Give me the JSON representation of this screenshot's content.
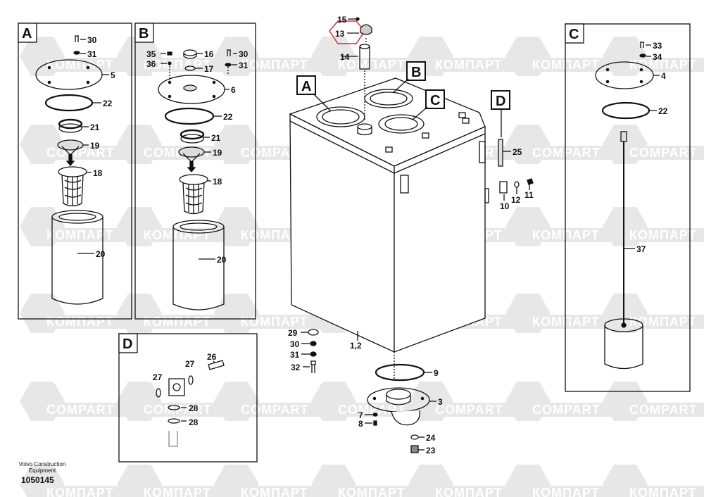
{
  "watermark": {
    "latin": "COMPART",
    "cyrillic": "КОМПАРТ"
  },
  "panels": {
    "A": {
      "letter": "A",
      "labels": [
        "30",
        "31",
        "5",
        "22",
        "21",
        "19",
        "18",
        "20"
      ]
    },
    "B": {
      "letter": "B",
      "labels": [
        "35",
        "16",
        "30",
        "36",
        "17",
        "31",
        "6",
        "22",
        "21",
        "19",
        "18",
        "20"
      ]
    },
    "C": {
      "letter": "C",
      "labels": [
        "33",
        "34",
        "4",
        "22",
        "37"
      ]
    },
    "D": {
      "letter": "D",
      "labels": [
        "26",
        "27",
        "27",
        "28",
        "28"
      ]
    }
  },
  "main": {
    "callouts": {
      "A": "A",
      "B": "B",
      "C": "C",
      "D": "D"
    },
    "labels": [
      "15",
      "13",
      "14",
      "25",
      "10",
      "12",
      "11",
      "29",
      "30",
      "31",
      "32",
      "1,2",
      "9",
      "3",
      "7",
      "8",
      "24",
      "23"
    ],
    "highlight_color": "#d9262b"
  },
  "footer": {
    "brand": "Volvo Construction Equipment",
    "code": "1050145"
  }
}
